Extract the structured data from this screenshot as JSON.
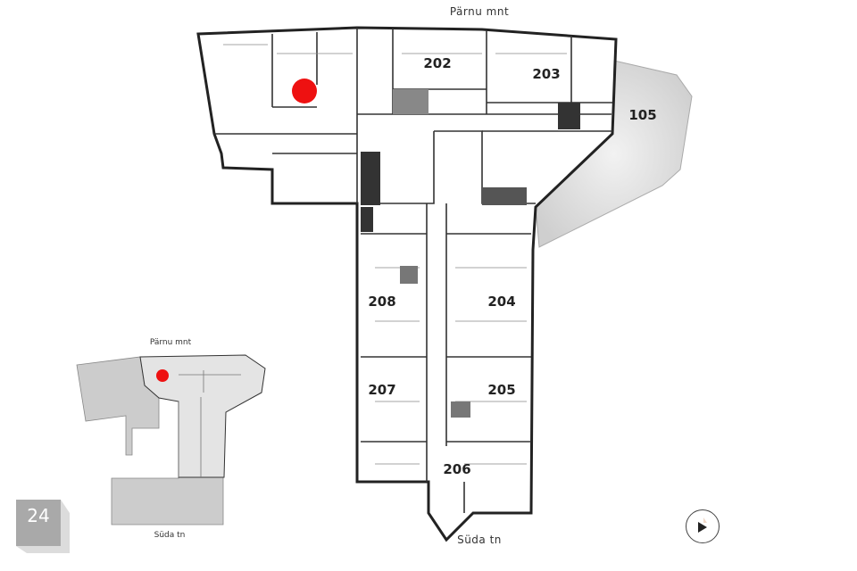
{
  "streets": {
    "top": "Pärnu mnt",
    "bottom": "Süda tn"
  },
  "minimap": {
    "top": "Pärnu mnt",
    "bottom": "Süda tn"
  },
  "rooms": [
    {
      "id": "202",
      "label": "202"
    },
    {
      "id": "203",
      "label": "203"
    },
    {
      "id": "105",
      "label": "105"
    },
    {
      "id": "208",
      "label": "208"
    },
    {
      "id": "204",
      "label": "204"
    },
    {
      "id": "207",
      "label": "207"
    },
    {
      "id": "205",
      "label": "205"
    },
    {
      "id": "206",
      "label": "206"
    }
  ],
  "floor_badge": "24",
  "marker_color": "#ee1111",
  "controls": {
    "play_icon": "play-icon"
  }
}
